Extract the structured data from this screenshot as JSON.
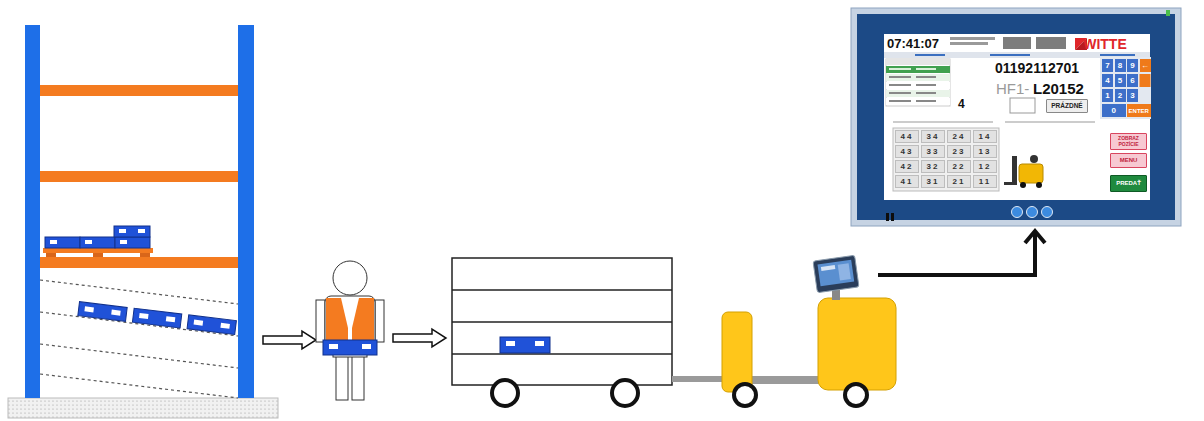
{
  "diagram": {
    "nodes": [
      {
        "text": [
          "07:41:07",
          "01192112701",
          "HF1-",
          "L20152",
          "4"
        ]
      },
      {
        "text": [
          "WITTE"
        ],
        "in": 0
      },
      {
        "text": [
          "PRÁZDNÉ"
        ],
        "in": 0
      },
      {
        "text": [
          "ZOBRAZ POZÍCIE"
        ],
        "in": 0
      },
      {
        "text": [
          "MENU"
        ],
        "in": 0
      },
      {
        "text": [
          "PREDAŤ"
        ],
        "in": 0
      }
    ],
    "labels": [
      "7",
      "8",
      "9",
      "←",
      "4",
      "5",
      "6",
      "1",
      "2",
      "3",
      "0",
      "ENTER",
      "44",
      "34",
      "24",
      "14",
      "43",
      "33",
      "23",
      "13",
      "42",
      "32",
      "22",
      "12",
      "41",
      "31",
      "21",
      "11"
    ]
  }
}
